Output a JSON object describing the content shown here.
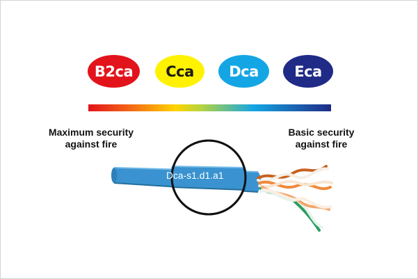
{
  "classes": [
    {
      "label": "B2ca",
      "color": "#e3131b"
    },
    {
      "label": "Cca",
      "color": "#fff200"
    },
    {
      "label": "Dca",
      "color": "#14a6e4"
    },
    {
      "label": "Eca",
      "color": "#1f2b86"
    }
  ],
  "scale": {
    "left_label": "Maximum security\nagainst fire",
    "right_label": "Basic security\nagainst fire",
    "gradient_colors": [
      "#e3131b",
      "#ffd400",
      "#14a6e4",
      "#1f2b86"
    ]
  },
  "cable": {
    "marking": "Dca-s1.d1.a1",
    "jacket_color": "#3a93d0",
    "pair_colors": [
      "#c8611e",
      "#f3a66b",
      "#2c9b63",
      "#97d7b3"
    ]
  }
}
